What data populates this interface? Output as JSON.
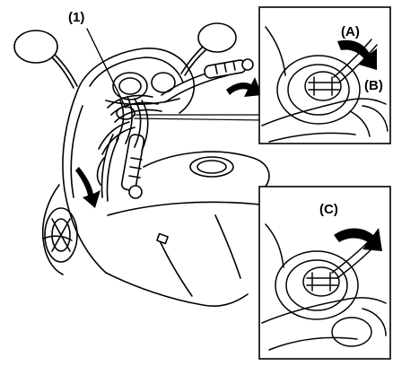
{
  "callouts": {
    "main": "(1)",
    "a": "(A)",
    "b": "(B)",
    "c": "(C)"
  },
  "colors": {
    "ink": "#000000",
    "paper": "#ffffff"
  }
}
